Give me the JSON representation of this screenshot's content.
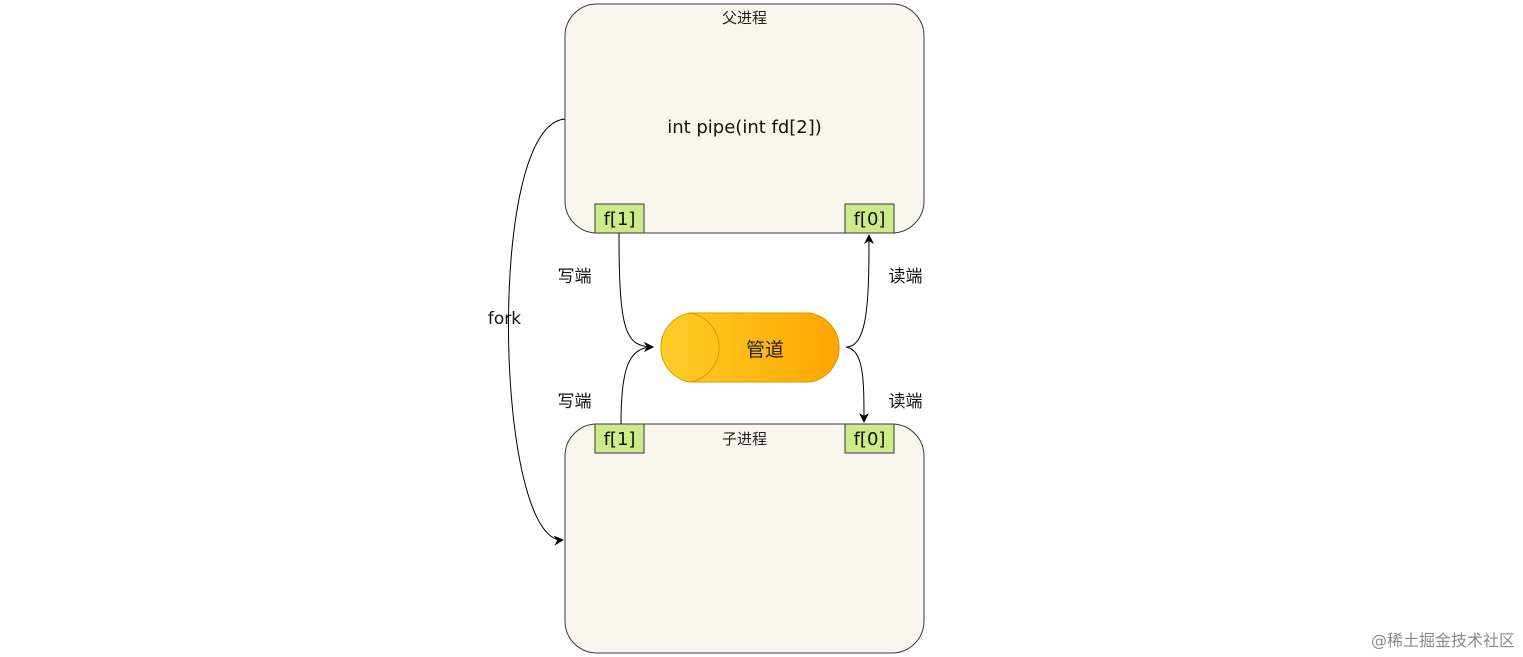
{
  "parent_process": {
    "title": "父进程",
    "code": "int pipe(int fd[2])",
    "write_fd": "f[1]",
    "read_fd": "f[0]"
  },
  "child_process": {
    "title": "子进程",
    "write_fd": "f[1]",
    "read_fd": "f[0]"
  },
  "pipe": {
    "label": "管道"
  },
  "edges": {
    "fork_label": "fork",
    "parent_write_label": "写端",
    "parent_read_label": "读端",
    "child_write_label": "写端",
    "child_read_label": "读端"
  },
  "watermark": "@稀土掘金技术社区",
  "colors": {
    "process_fill": "#f9f7ed",
    "process_stroke": "#36393d",
    "fd_fill": "#cdeb8b",
    "fd_stroke": "#36393d",
    "pipe_fill_start": "#ffcd28",
    "pipe_fill_end": "#ffa500",
    "pipe_stroke": "#d79b00",
    "edge": "#000000"
  }
}
